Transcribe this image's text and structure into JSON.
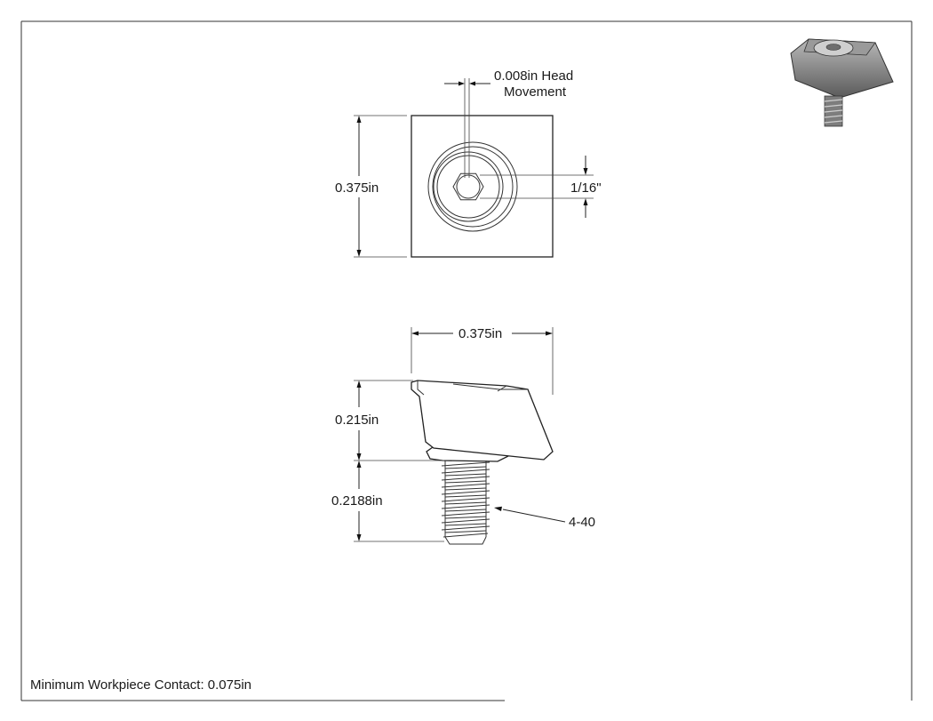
{
  "drawing": {
    "head_movement_line1": "0.008in Head",
    "head_movement_line2": "Movement",
    "top_view_height": "0.375in",
    "offset_dim": "1/16\"",
    "side_view_width": "0.375in",
    "head_height": "0.215in",
    "thread_length": "0.2188in",
    "thread_callout": "4-40",
    "note": "Minimum Workpiece Contact: 0.075in"
  },
  "colors": {
    "line": "#222222",
    "part_gray": "#8a8a8a"
  }
}
